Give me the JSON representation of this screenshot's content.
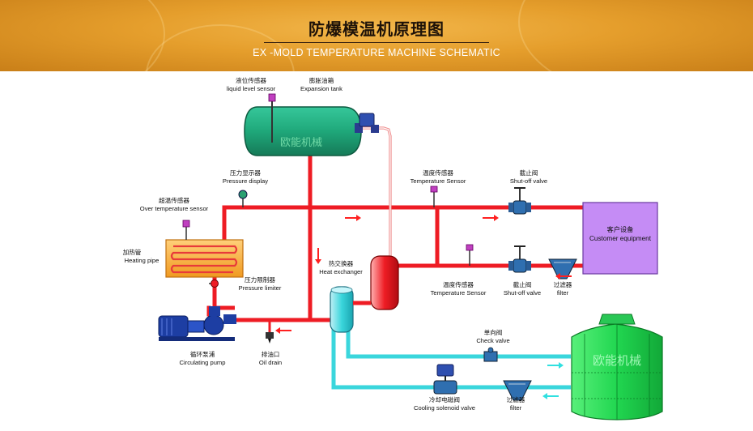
{
  "header": {
    "title_cn": "防爆模温机原理图",
    "title_en": "EX -MOLD TEMPERATURE MACHINE SCHEMATIC"
  },
  "labels": {
    "liquid_level_sensor": {
      "cn": "液位传感器",
      "en": "liquid level sensor"
    },
    "expansion_tank": {
      "cn": "膨胀油箱",
      "en": "Expansion tank"
    },
    "pressure_display": {
      "cn": "压力显示器",
      "en": "Pressure display"
    },
    "over_temperature_sensor": {
      "cn": "超温传感器",
      "en": "Over temperature sensor"
    },
    "temperature_sensor_top": {
      "cn": "温度传感器",
      "en": "Temperature Sensor"
    },
    "shutoff_valve_top": {
      "cn": "截止阀",
      "en": "Shut-off valve"
    },
    "heating_pipe": {
      "cn": "加热管",
      "en": "Heating pipe"
    },
    "heat_exchanger": {
      "cn": "热交换器",
      "en": "Heat exchanger"
    },
    "pressure_limiter": {
      "cn": "压力限制器",
      "en": "Pressure limiter"
    },
    "customer_equipment": {
      "cn": "客户设备",
      "en": "Customer equipment"
    },
    "temperature_sensor_bottom": {
      "cn": "温度传感器",
      "en": "Temperature Sensor"
    },
    "shutoff_valve_bottom": {
      "cn": "截止阀",
      "en": "Shut-off valve"
    },
    "filter_top": {
      "cn": "过滤器",
      "en": "filter"
    },
    "circulating_pump": {
      "cn": "循环泵浦",
      "en": "Circulating pump"
    },
    "oil_drain": {
      "cn": "排油口",
      "en": "Oil drain"
    },
    "check_valve": {
      "cn": "单向阀",
      "en": "Check valve"
    },
    "cooling_solenoid_valve": {
      "cn": "冷却电磁阀",
      "en": "Cooling solenoid valve"
    },
    "filter_bottom": {
      "cn": "过滤器",
      "en": "filter"
    }
  },
  "watermarks": {
    "tank": "欧能机械",
    "tower": "欧能机械"
  },
  "colors": {
    "header_gold": "#e59e2c",
    "hot_pipe": "#ee1c24",
    "cold_pipe": "#3ad6dc",
    "tank_green": "#1fa87a",
    "tower_green": "#21d650",
    "customer_purple": "#c58cf5",
    "pump_blue": "#1d3ea3",
    "flow_arrow_red": "#ff2020",
    "flow_arrow_cyan": "#30e0e0"
  },
  "icons": [
    "liquid-level-sensor-icon",
    "pressure-gauge-icon",
    "temperature-sensor-icon",
    "shutoff-valve-icon",
    "filter-icon",
    "solenoid-valve-icon",
    "check-valve-icon",
    "flow-arrow-icon",
    "oil-drain-icon",
    "pump-icon"
  ]
}
